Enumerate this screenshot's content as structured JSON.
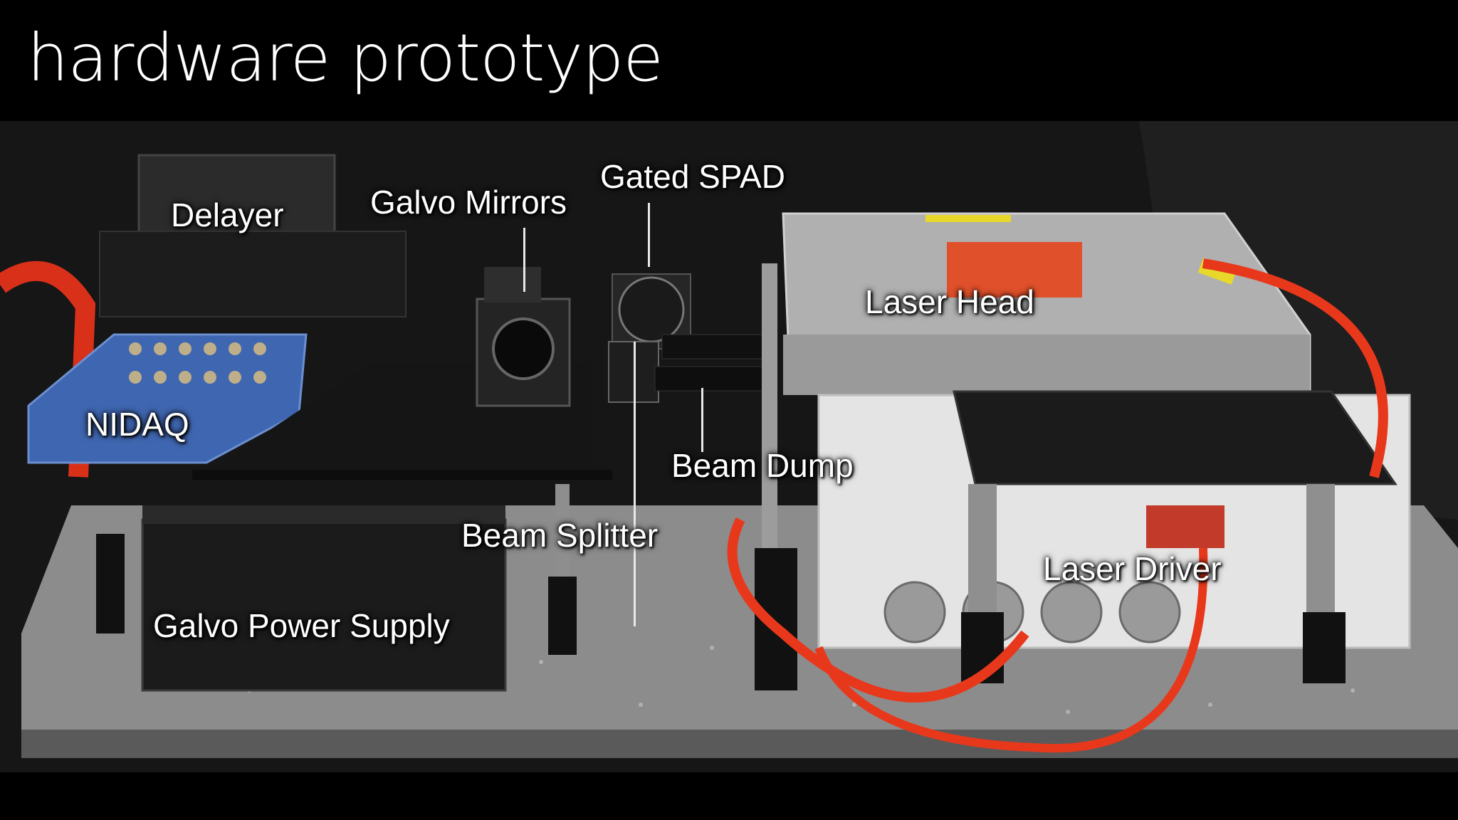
{
  "slide": {
    "title": "hardware prototype"
  },
  "callouts": {
    "delayer": "Delayer",
    "galvo_mirrors": "Galvo Mirrors",
    "gated_spad": "Gated SPAD",
    "laser_head": "Laser Head",
    "nidaq": "NIDAQ",
    "beam_dump": "Beam Dump",
    "beam_splitter": "Beam Splitter",
    "laser_driver": "Laser Driver",
    "galvo_power_supply": "Galvo Power Supply"
  },
  "colors": {
    "background": "#000000",
    "title": "#ffffff",
    "backdrop": "#1a1a1a",
    "optical_table": "#8a8a8a",
    "laser_head": "#b5b5b5",
    "laser_driver": "#e6e6e6",
    "cable_red": "#e8381c",
    "warning_label": "#e0502a",
    "daq_blue": "#3f66b0"
  }
}
